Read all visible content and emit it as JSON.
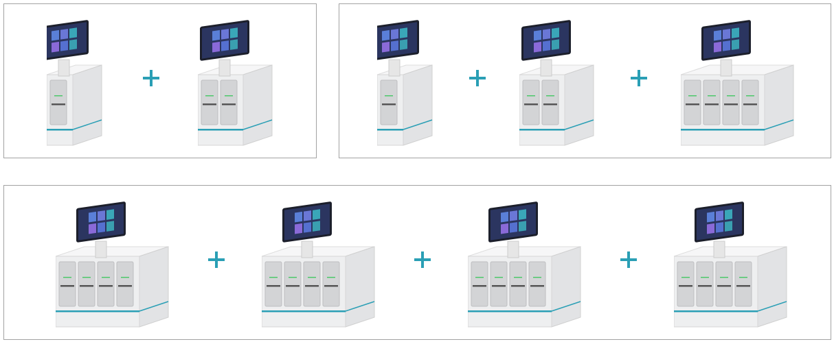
{
  "colors": {
    "accent": "#2a9fb5",
    "border": "#a2a2a2",
    "module": "#d3d4d6",
    "body": "#eeeff0",
    "screen": "#1c1f2b"
  },
  "panels": [
    {
      "id": "pA",
      "devices": [
        1,
        2
      ]
    },
    {
      "id": "pB",
      "devices": [
        1,
        2,
        4
      ]
    },
    {
      "id": "pC",
      "devices": [
        4,
        4,
        4,
        4
      ]
    }
  ],
  "separator_icon": "plus-icon"
}
